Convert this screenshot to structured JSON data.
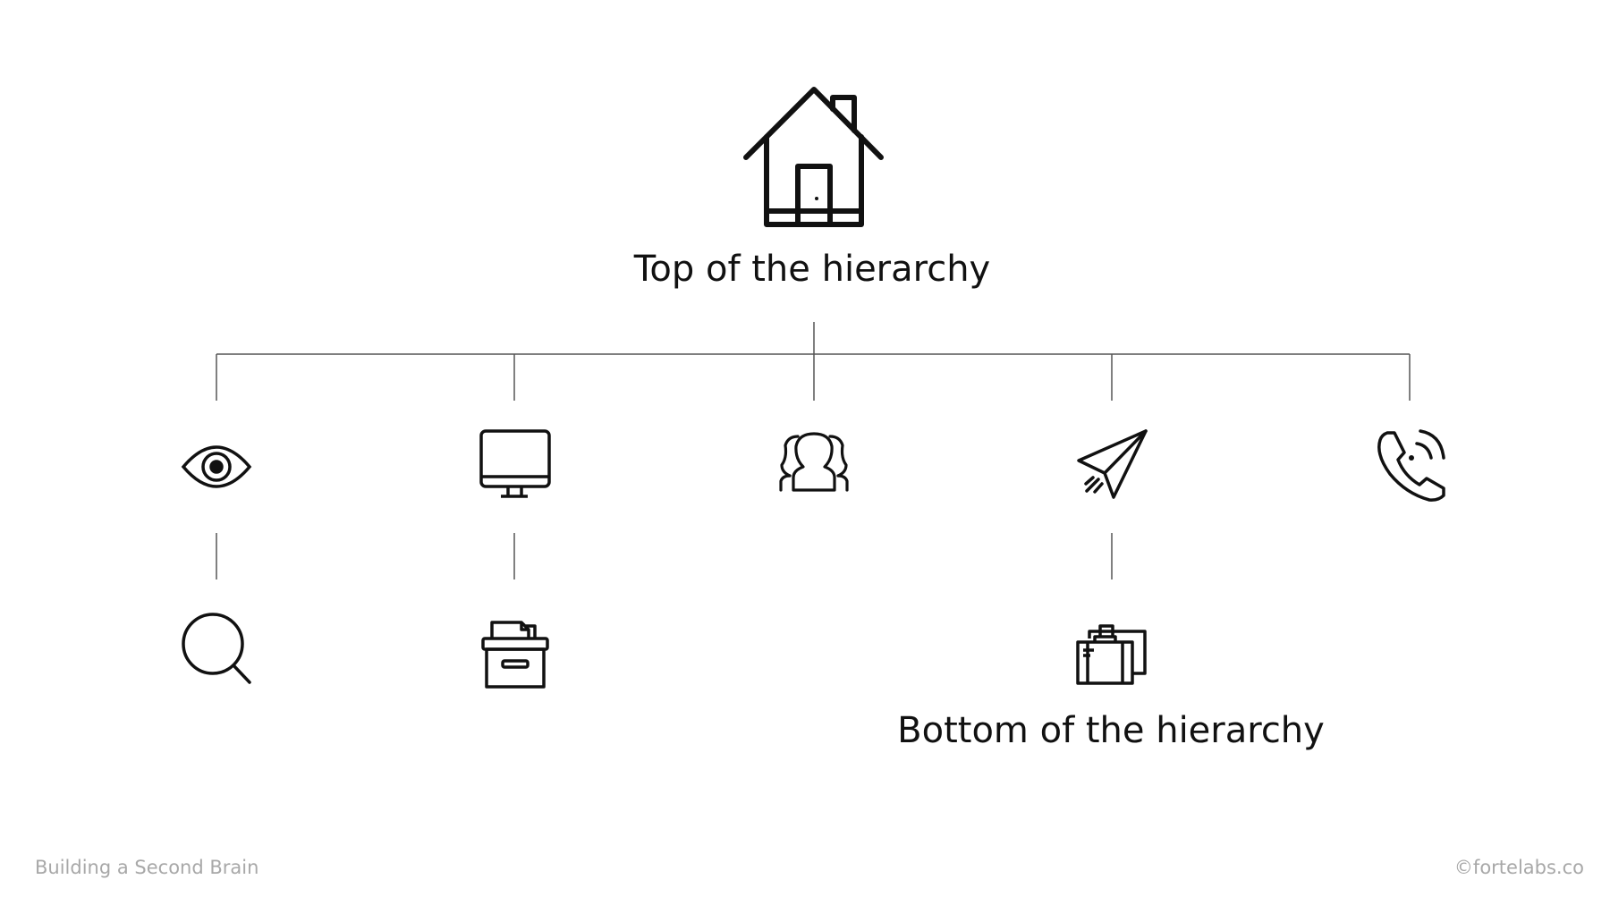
{
  "diagram": {
    "top_label": "Top of the hierarchy",
    "bottom_label": "Bottom of the hierarchy",
    "root_icon": "house-icon",
    "level1_icons": [
      "eye-icon",
      "monitor-icon",
      "people-icon",
      "paper-plane-icon",
      "phone-call-icon"
    ],
    "level2_icons": [
      "magnifier-icon",
      "file-box-icon",
      "suitcases-icon"
    ]
  },
  "footer": {
    "left": "Building a Second Brain",
    "right": "©fortelabs.co"
  },
  "colors": {
    "ink": "#111111",
    "connector": "#555555",
    "footer_text": "#a8a8a8",
    "background": "#ffffff"
  }
}
